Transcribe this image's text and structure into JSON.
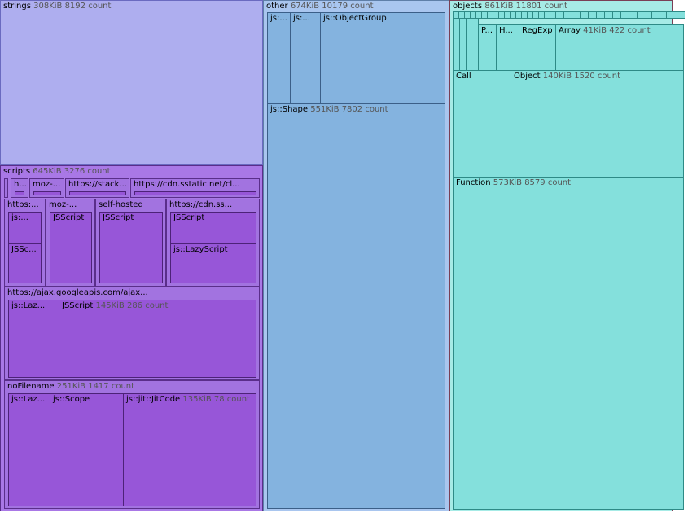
{
  "strings": {
    "name": "strings",
    "meta": "308KiB 8192 count"
  },
  "scripts": {
    "name": "scripts",
    "meta": "645KiB 3276 count",
    "row1": {
      "h": "h...",
      "moz": "moz-...",
      "stack": "https://stack...",
      "cdn": "https://cdn.sstatic.net/cl..."
    },
    "row2": {
      "https": "https:...",
      "https_a": "js:...",
      "https_b": "JSSc...",
      "moz": "moz-...",
      "moz_a": "JSScript",
      "self": "self-hosted",
      "self_a": "JSScript",
      "cdn": "https://cdn.ss...",
      "cdn_a": "JSScript",
      "cdn_b": "js::LazyScript"
    },
    "ajax": {
      "name": "https://ajax.googleapis.com/ajax...",
      "a": "js::Laz...",
      "b": "JSScript",
      "b_meta": "145KiB 286 count"
    },
    "nofile": {
      "name": "noFilename",
      "meta": "251KiB 1417 count",
      "a": "js::Laz...",
      "b": "js::Scope",
      "c": "js::jit::JitCode",
      "c_meta": "135KiB 78 count"
    }
  },
  "other": {
    "name": "other",
    "meta": "674KiB 10179 count",
    "a": "js:...",
    "b": "js:...",
    "c": "js::ObjectGroup",
    "shape": "js::Shape",
    "shape_meta": "551KiB 7802 count"
  },
  "objects": {
    "name": "objects",
    "meta": "861KiB 11801 count",
    "p": "P...",
    "h": "H...",
    "regexp": "RegExp",
    "array": "Array",
    "array_meta": "41KiB 422 count",
    "call": "Call",
    "object": "Object",
    "object_meta": "140KiB 1520 count",
    "func": "Function",
    "func_meta": "573KiB 8579 count"
  }
}
